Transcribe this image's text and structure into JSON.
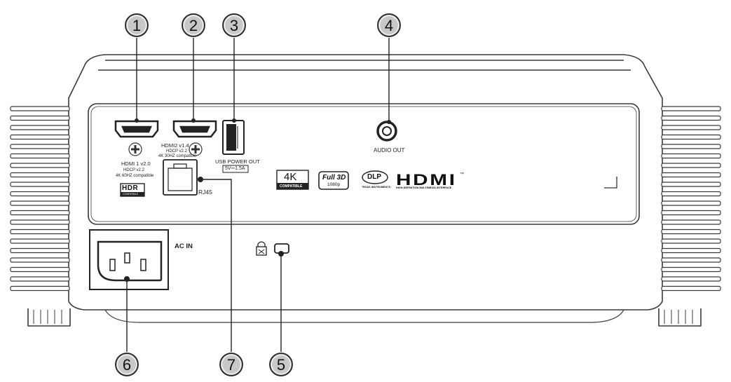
{
  "callouts": [
    "1",
    "2",
    "3",
    "4",
    "5",
    "6",
    "7"
  ],
  "ports": {
    "hdmi1": {
      "title": "HDMI 1 v2.0",
      "line2": "HDCP v2.2",
      "line3": "4K 60HZ compatible"
    },
    "hdmi2": {
      "title": "HDMI2 v1.4",
      "line2": "HDCP v2.2",
      "line3": "4K 30HZ compatible"
    },
    "usb": {
      "title": "USB POWER OUT",
      "rating": "5V⎓1.5A"
    },
    "audio": {
      "title": "AUDIO OUT"
    },
    "rj45": {
      "title": "RJ45"
    },
    "ac": {
      "title": "AC IN"
    }
  },
  "logos": {
    "hdr": {
      "top": "HDR",
      "bottom": "COMPATIBLE"
    },
    "k4": {
      "top": "4K",
      "bottom": "COMPATIBLE"
    },
    "full3d": {
      "top": "Full 3D",
      "bottom": "1080p"
    },
    "dlp": {
      "top": "DLP",
      "bottom": "TEXAS INSTRUMENTS"
    },
    "hdmi": {
      "top": "HDMI",
      "tm": "™",
      "bottom": "HIGH-DEFINITION MULTIMEDIA INTERFACE"
    }
  },
  "colors": {
    "outline": "#3a3a3a",
    "callout_fill": "#c8c8c8",
    "body": "#ffffff"
  }
}
